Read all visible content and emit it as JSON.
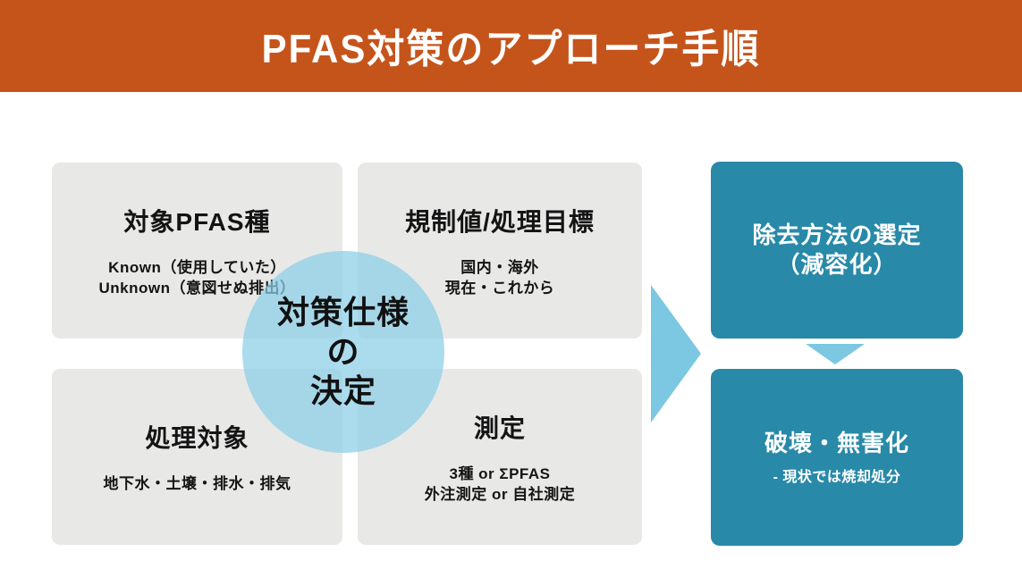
{
  "header": {
    "title": "PFAS対策のアプローチ手順"
  },
  "factors": [
    {
      "title": "対象PFAS種",
      "line1": "Known（使用していた）",
      "line2": "Unknown（意図せぬ排出）"
    },
    {
      "title": "規制値/処理目標",
      "line1": "国内・海外",
      "line2": "現在・これから"
    },
    {
      "title": "処理対象",
      "line1": "地下水・土壌・排水・排気",
      "line2": ""
    },
    {
      "title": "測定",
      "line1": "3種 or ΣPFAS",
      "line2": "外注測定 or 自社測定"
    }
  ],
  "decision": {
    "line1": "対策仕様",
    "line2": "の",
    "line3": "決定"
  },
  "steps": [
    {
      "title_line1": "除去方法の選定",
      "title_line2": "（減容化）",
      "note": ""
    },
    {
      "title_line1": "破壊・無害化",
      "note": "- 現状では焼却処分"
    }
  ],
  "colors": {
    "banner_bg": "#C5541B",
    "banner_text": "#FFFFFF",
    "factor_box_bg": "#E8E8E7",
    "step_box_bg": "#2889A8",
    "step_box_text": "#FFFFFF",
    "arrow_fill": "#7CC7E2",
    "decision_circle_fill": "rgba(138,207,232,0.72)",
    "body_text": "#141414"
  }
}
